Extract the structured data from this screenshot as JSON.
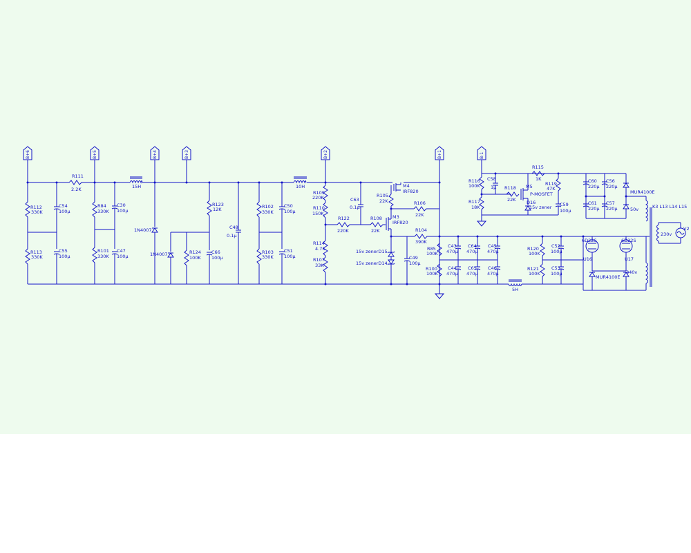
{
  "terminals": [
    {
      "id": "t1",
      "label": "B+6"
    },
    {
      "id": "t2",
      "label": "B+5"
    },
    {
      "id": "t3",
      "label": "B+4"
    },
    {
      "id": "t4",
      "label": "B+3"
    },
    {
      "id": "t5",
      "label": "B+2"
    },
    {
      "id": "t6",
      "label": "B+1"
    },
    {
      "id": "t7",
      "label": "B-1"
    }
  ],
  "resistors": [
    {
      "id": "r111",
      "ref": "R111",
      "value": "2.2K"
    },
    {
      "id": "r112",
      "ref": "R112",
      "value": "330K"
    },
    {
      "id": "r113",
      "ref": "R113",
      "value": "330K"
    },
    {
      "id": "r84",
      "ref": "R84",
      "value": "330K"
    },
    {
      "id": "r101",
      "ref": "R101",
      "value": "330K"
    },
    {
      "id": "r123",
      "ref": "R123",
      "value": "12K"
    },
    {
      "id": "r124",
      "ref": "R124",
      "value": "100K"
    },
    {
      "id": "r102",
      "ref": "R102",
      "value": "330K"
    },
    {
      "id": "r103",
      "ref": "R103",
      "value": "330K"
    },
    {
      "id": "r109",
      "ref": "R109",
      "value": "220K"
    },
    {
      "id": "r110",
      "ref": "R110",
      "value": "150K"
    },
    {
      "id": "r114",
      "ref": "R114",
      "value": "4.7K"
    },
    {
      "id": "r107",
      "ref": "R107",
      "value": "33K"
    },
    {
      "id": "r122",
      "ref": "R122",
      "value": "220K"
    },
    {
      "id": "r105",
      "ref": "R105",
      "value": "22K"
    },
    {
      "id": "r106",
      "ref": "R106",
      "value": "22K"
    },
    {
      "id": "r108",
      "ref": "R108",
      "value": "22K"
    },
    {
      "id": "r104",
      "ref": "R104",
      "value": "390K"
    },
    {
      "id": "r85",
      "ref": "R85",
      "value": "100K"
    },
    {
      "id": "r100",
      "ref": "R100",
      "value": "100K"
    },
    {
      "id": "r116",
      "ref": "R116",
      "value": "100K"
    },
    {
      "id": "r117",
      "ref": "R117",
      "value": "18K"
    },
    {
      "id": "r118",
      "ref": "R118",
      "value": "22K"
    },
    {
      "id": "r115",
      "ref": "R115",
      "value": "1K"
    },
    {
      "id": "r119",
      "ref": "R119",
      "value": "47K"
    },
    {
      "id": "r120",
      "ref": "R120",
      "value": "100K"
    },
    {
      "id": "r121",
      "ref": "R121",
      "value": "100K"
    }
  ],
  "capacitors": [
    {
      "id": "c54",
      "ref": "C54",
      "value": "100µ"
    },
    {
      "id": "c55",
      "ref": "C55",
      "value": "100µ"
    },
    {
      "id": "c30",
      "ref": "C30",
      "value": "100µ"
    },
    {
      "id": "c47",
      "ref": "C47",
      "value": "100µ"
    },
    {
      "id": "c66",
      "ref": "C66",
      "value": "100µ"
    },
    {
      "id": "c48",
      "ref": "C48",
      "value": "0.1µ"
    },
    {
      "id": "c50",
      "ref": "C50",
      "value": "100µ"
    },
    {
      "id": "c51",
      "ref": "C51",
      "value": "100µ"
    },
    {
      "id": "c63",
      "ref": "C63",
      "value": "0.1µ"
    },
    {
      "id": "c49",
      "ref": "C49",
      "value": "100µ"
    },
    {
      "id": "c43",
      "ref": "C43",
      "value": "470µ"
    },
    {
      "id": "c44",
      "ref": "C44",
      "value": "470µ"
    },
    {
      "id": "c64",
      "ref": "C64",
      "value": "470µ"
    },
    {
      "id": "c65",
      "ref": "C65",
      "value": "470µ"
    },
    {
      "id": "c45",
      "ref": "C45",
      "value": "470µ"
    },
    {
      "id": "c46",
      "ref": "C46",
      "value": "470µ"
    },
    {
      "id": "c58",
      "ref": "C58",
      "value": "1µ"
    },
    {
      "id": "c59",
      "ref": "C59",
      "value": "100µ"
    },
    {
      "id": "c60",
      "ref": "C60",
      "value": "220µ"
    },
    {
      "id": "c56",
      "ref": "C56",
      "value": "220µ"
    },
    {
      "id": "c61",
      "ref": "C61",
      "value": "220µ"
    },
    {
      "id": "c57",
      "ref": "C57",
      "value": "220µ"
    },
    {
      "id": "c52",
      "ref": "C52",
      "value": "100µ"
    },
    {
      "id": "c53",
      "ref": "C53",
      "value": "100µ"
    }
  ],
  "inductors": [
    {
      "id": "l15h",
      "value": "15H"
    },
    {
      "id": "l10h",
      "value": "10H"
    },
    {
      "id": "l5h",
      "value": "5H"
    }
  ],
  "diodes": [
    {
      "id": "d1",
      "label": "1N4007"
    },
    {
      "id": "d2",
      "label": "1N4007"
    },
    {
      "id": "d15",
      "label": "15v zenerD15"
    },
    {
      "id": "d14",
      "label": "15v zenerD14"
    },
    {
      "id": "d16",
      "ref": "D16",
      "label": "15v zener"
    },
    {
      "id": "dmur1",
      "label": "MUR4100E"
    },
    {
      "id": "dmur2",
      "label": "MUR4100E"
    }
  ],
  "transistors": [
    {
      "id": "m4",
      "ref": "M4",
      "part": "IRF820"
    },
    {
      "id": "m3",
      "ref": "M3",
      "part": "IRF820"
    },
    {
      "id": "m5",
      "ref": "M5",
      "part": "P-MOSFET"
    }
  ],
  "tubes": [
    {
      "id": "u16",
      "ref": "U16",
      "part": "6D22S"
    },
    {
      "id": "u17",
      "ref": "U17",
      "part": "6D22S"
    }
  ],
  "transformer": {
    "label": "K3 L13 L14 L15",
    "v50": "50v",
    "v340": "340v",
    "v230": "230v",
    "source": "V2"
  }
}
